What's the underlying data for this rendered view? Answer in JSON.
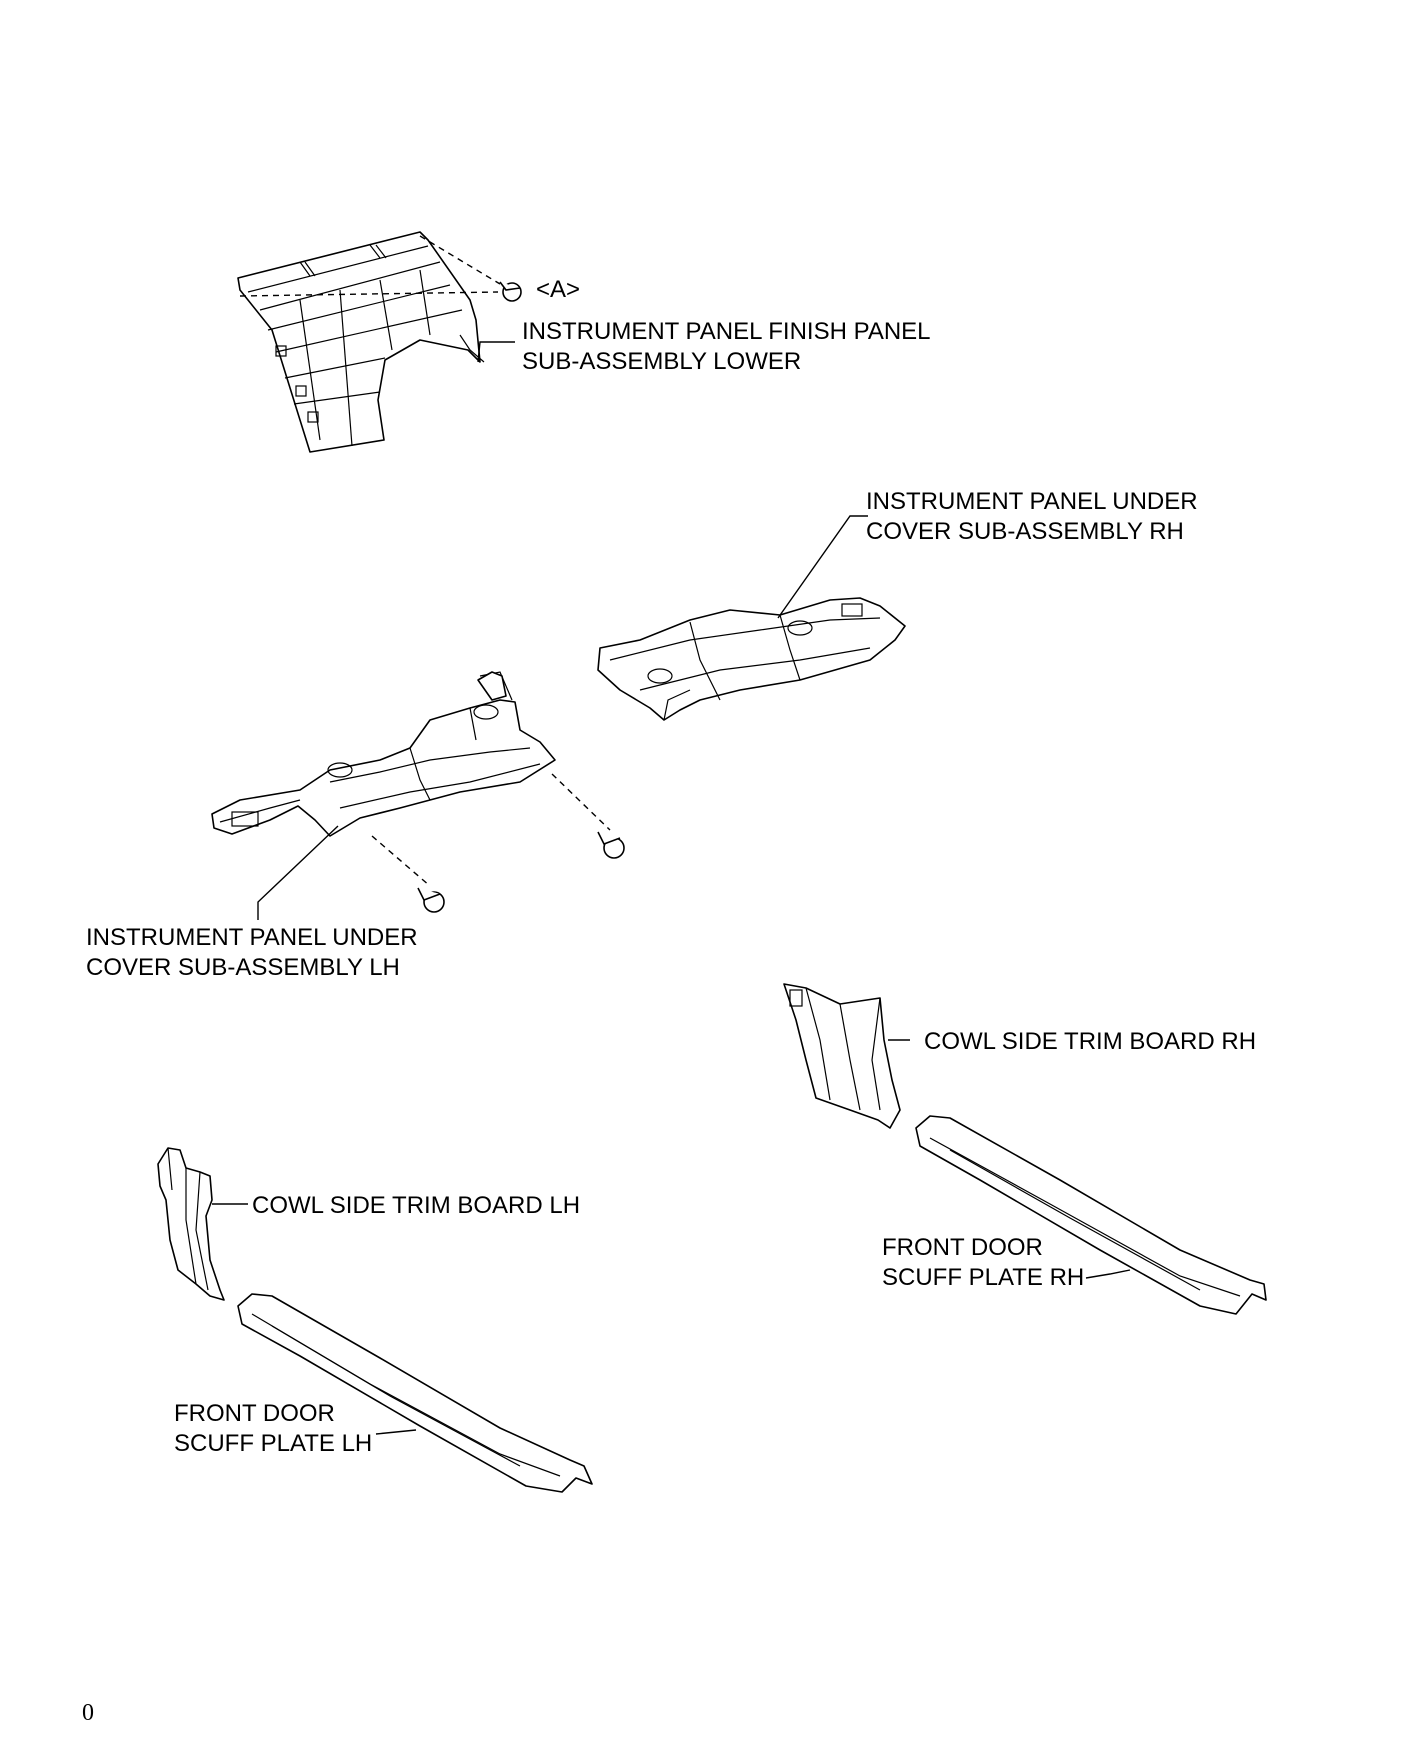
{
  "parts": {
    "finish_panel_lower": {
      "clip_tag": "<A>",
      "line1": "INSTRUMENT PANEL FINISH PANEL",
      "line2": "SUB-ASSEMBLY LOWER"
    },
    "under_cover_rh": {
      "line1": "INSTRUMENT PANEL UNDER",
      "line2": "COVER SUB-ASSEMBLY RH"
    },
    "under_cover_lh": {
      "line1": "INSTRUMENT PANEL UNDER",
      "line2": "COVER SUB-ASSEMBLY LH"
    },
    "cowl_side_rh": {
      "label": "COWL SIDE TRIM BOARD RH"
    },
    "cowl_side_lh": {
      "label": "COWL SIDE TRIM BOARD LH"
    },
    "scuff_plate_rh": {
      "line1": "FRONT DOOR",
      "line2": "SCUFF PLATE RH"
    },
    "scuff_plate_lh": {
      "line1": "FRONT DOOR",
      "line2": "SCUFF PLATE LH"
    }
  },
  "page_number": "0"
}
